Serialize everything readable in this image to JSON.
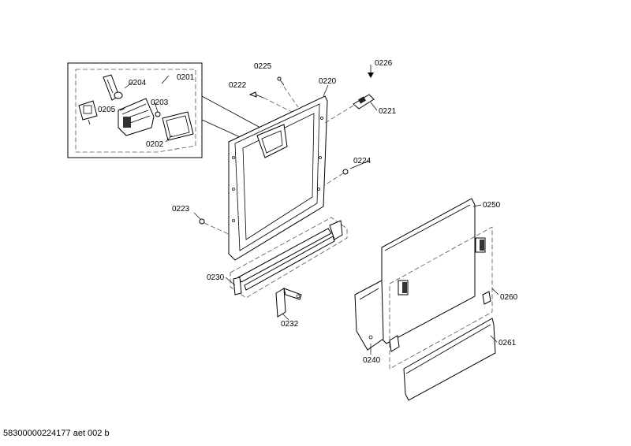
{
  "labels": {
    "p0201": "0201",
    "p0202": "0202",
    "p0203": "0203",
    "p0204": "0204",
    "p0205": "0205",
    "p0220": "0220",
    "p0221": "0221",
    "p0222": "0222",
    "p0223": "0223",
    "p0224": "0224",
    "p0225": "0225",
    "p0226": "0226",
    "p0230": "0230",
    "p0232": "0232",
    "p0240": "0240",
    "p0250": "0250",
    "p0260": "0260",
    "p0261": "0261"
  },
  "footer": "58300000224177 aet 002 b"
}
